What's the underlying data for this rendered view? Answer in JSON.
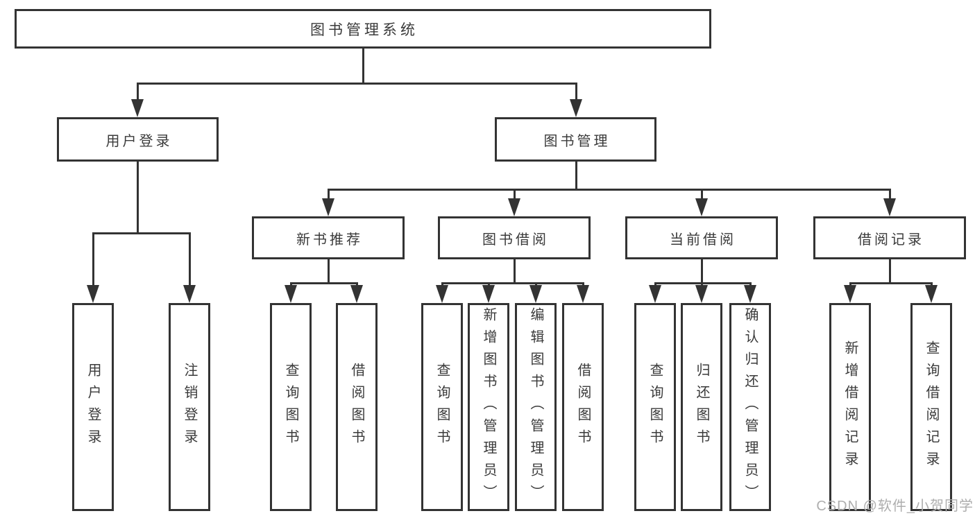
{
  "page": {
    "background": "#ffffff"
  },
  "colors": {
    "line": "#333333",
    "text": "#3a3a3a",
    "watermark": "#aeaeae"
  },
  "watermark": {
    "text": "CSDN @软件_小贺同学"
  },
  "tree": {
    "root": {
      "label": "图书管理系统"
    },
    "branches": [
      {
        "label": "用户登录",
        "children": [
          {
            "label": "用户登录"
          },
          {
            "label": "注销登录"
          }
        ]
      },
      {
        "label": "图书管理",
        "children": [
          {
            "label": "新书推荐",
            "children": [
              {
                "label": "查询图书"
              },
              {
                "label": "借阅图书"
              }
            ]
          },
          {
            "label": "图书借阅",
            "children": [
              {
                "label": "查询图书"
              },
              {
                "label": "新增图书（管理员）"
              },
              {
                "label": "编辑图书（管理员）"
              },
              {
                "label": "借阅图书"
              }
            ]
          },
          {
            "label": "当前借阅",
            "children": [
              {
                "label": "查询图书"
              },
              {
                "label": "归还图书"
              },
              {
                "label": "确认归还（管理员）"
              }
            ]
          },
          {
            "label": "借阅记录",
            "children": [
              {
                "label": "新增借阅记录"
              },
              {
                "label": "查询借阅记录"
              }
            ]
          }
        ]
      }
    ]
  }
}
